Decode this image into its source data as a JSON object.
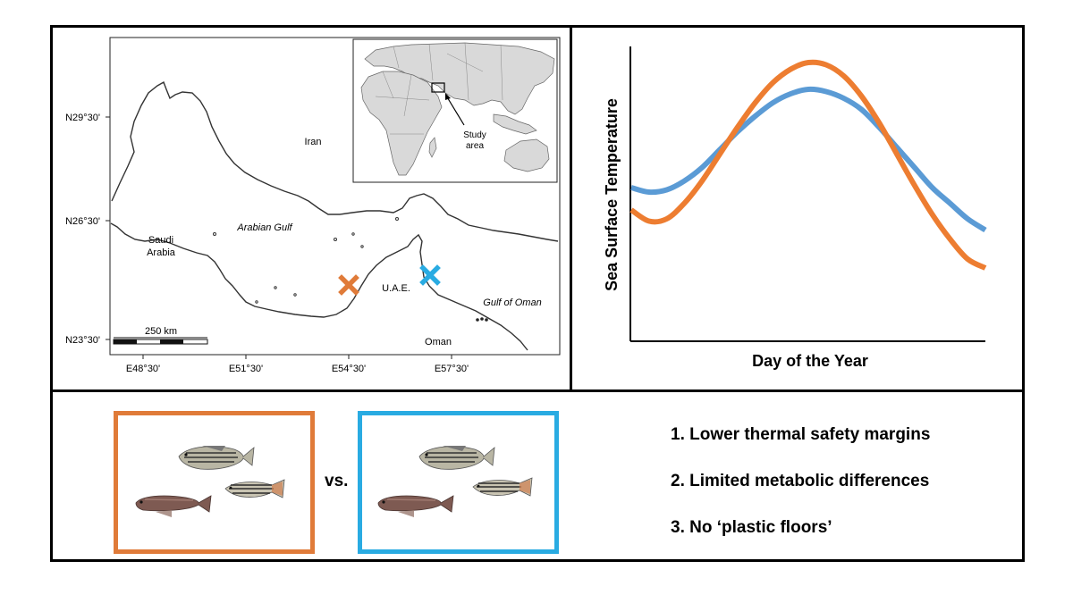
{
  "map": {
    "lat_labels": [
      "N29°30'",
      "N26°30'",
      "N23°30'"
    ],
    "lon_labels": [
      "E48°30'",
      "E51°30'",
      "E54°30'",
      "E57°30'"
    ],
    "places": {
      "iran": "Iran",
      "saudi_line1": "Saudi",
      "saudi_line2": "Arabia",
      "arabian_gulf": "Arabian Gulf",
      "uae": "U.A.E.",
      "gulf_oman": "Gulf of Oman",
      "oman": "Oman"
    },
    "scale_bar": "250 km",
    "inset": {
      "label_line1": "Study",
      "label_line2": "area"
    },
    "markers": [
      {
        "name": "arabian-gulf-site",
        "color": "#e07b39"
      },
      {
        "name": "gulf-of-oman-site",
        "color": "#29abe2"
      }
    ]
  },
  "chart_data": {
    "type": "line",
    "xlabel": "Day of the Year",
    "ylabel": "Sea Surface Temperature",
    "grid": false,
    "x": [
      0,
      0.05,
      0.1,
      0.15,
      0.2,
      0.25,
      0.3,
      0.35,
      0.4,
      0.45,
      0.5,
      0.55,
      0.6,
      0.65,
      0.7,
      0.75,
      0.8,
      0.85,
      0.9,
      0.95,
      1
    ],
    "xlim": [
      0,
      1
    ],
    "ylim": [
      0,
      1
    ],
    "series": [
      {
        "color": "#ed7d31",
        "y": [
          0.34,
          0.29,
          0.3,
          0.37,
          0.47,
          0.59,
          0.71,
          0.82,
          0.91,
          0.97,
          1.0,
          0.99,
          0.94,
          0.85,
          0.73,
          0.59,
          0.45,
          0.32,
          0.21,
          0.12,
          0.08
        ]
      },
      {
        "color": "#5b9bd5",
        "y": [
          0.44,
          0.42,
          0.43,
          0.47,
          0.53,
          0.61,
          0.69,
          0.76,
          0.82,
          0.86,
          0.88,
          0.87,
          0.84,
          0.79,
          0.71,
          0.62,
          0.53,
          0.44,
          0.37,
          0.3,
          0.25
        ]
      }
    ]
  },
  "comparison": {
    "vs_label": "vs.",
    "left_box_color": "#e07b39",
    "right_box_color": "#29abe2"
  },
  "findings": [
    "1. Lower thermal safety margins",
    "2. Limited metabolic differences",
    "3. No ‘plastic floors’"
  ]
}
